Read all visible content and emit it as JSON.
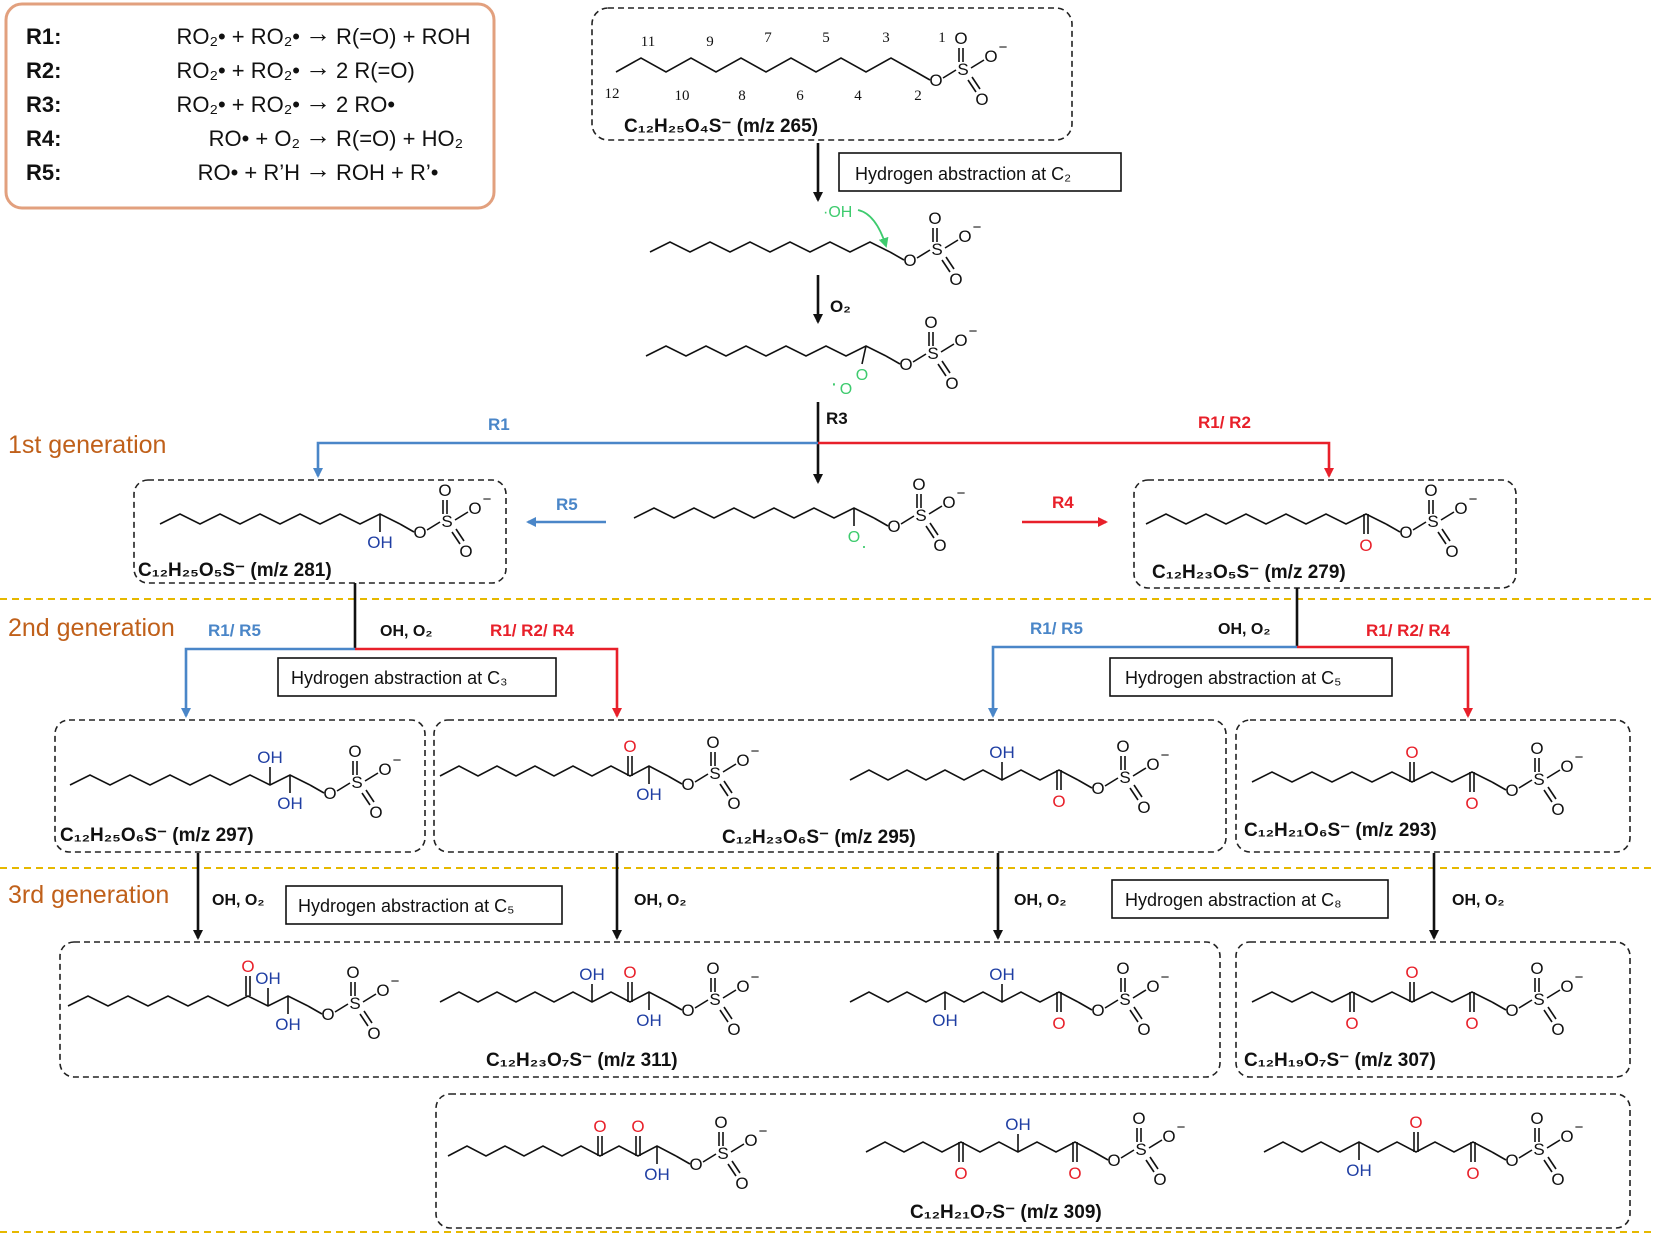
{
  "colors": {
    "blue": "#4a86c8",
    "red": "#e8202a",
    "black": "#111111",
    "orange_text": "#c0601a",
    "legend_border": "#e2a07e",
    "gold_dash": "#e6b800",
    "green_radical": "#3ecb6e",
    "o_red": "#e8202a",
    "oh_blue": "#1f3ea3"
  },
  "legend": {
    "reactions": [
      {
        "id": "R1",
        "lhs": "RO₂• + RO₂•",
        "rhs": "R(=O) + ROH"
      },
      {
        "id": "R2",
        "lhs": "RO₂• + RO₂•",
        "rhs": "2 R(=O)"
      },
      {
        "id": "R3",
        "lhs": "RO₂• + RO₂•",
        "rhs": "2 RO•"
      },
      {
        "id": "R4",
        "lhs": "RO• + O₂",
        "rhs": "R(=O) + HO₂"
      },
      {
        "id": "R5",
        "lhs": "RO• + R’H",
        "rhs": "ROH + R’•"
      }
    ]
  },
  "generations": [
    "1st generation",
    "2nd generation",
    "3rd generation"
  ],
  "carbon_numbers": [
    "11",
    "9",
    "7",
    "5",
    "3",
    "1",
    "12",
    "10",
    "8",
    "6",
    "4",
    "2"
  ],
  "boxes": {
    "parent": "C₁₂H₂₅O₄S⁻ (m/z 265)",
    "g1_left": "C₁₂H₂₅O₅S⁻ (m/z 281)",
    "g1_right": "C₁₂H₂₃O₅S⁻ (m/z 279)",
    "g2_a": "C₁₂H₂₅O₆S⁻ (m/z 297)",
    "g2_b": "C₁₂H₂₃O₆S⁻ (m/z 295)",
    "g2_c": "C₁₂H₂₁O₆S⁻ (m/z 293)",
    "g3_a": "C₁₂H₂₃O₇S⁻ (m/z 311)",
    "g3_b": "C₁₂H₁₉O₇S⁻ (m/z 307)",
    "g3_c": "C₁₂H₂₁O₇S⁻ (m/z 309)"
  },
  "arrow_labels": {
    "h_abs_c2": "Hydrogen abstraction at C₂",
    "o2": "O₂",
    "r3": "R3",
    "r1": "R1",
    "r1_r2": "R1/ R2",
    "r5": "R5",
    "r4": "R4",
    "r1_r5": "R1/ R5",
    "r1_r2_r4": "R1/ R2/ R4",
    "oh_o2": "OH, O₂",
    "h_abs_c3": "Hydrogen abstraction at C₃",
    "h_abs_c5": "Hydrogen abstraction at C₅",
    "h_abs_c8": "Hydrogen abstraction at C₈"
  },
  "atoms": {
    "o": "O",
    "s": "S",
    "oh": "OH",
    "oh_radical": "·OH",
    "minus": "−",
    "dot": "·"
  }
}
